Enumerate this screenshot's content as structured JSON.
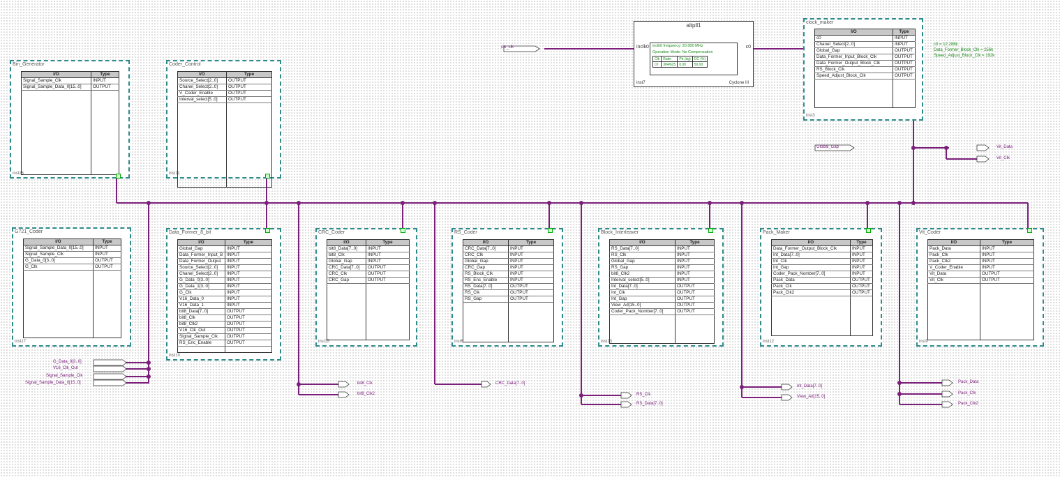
{
  "blocks": {
    "clock_maker": {
      "name": "clock_maker",
      "inst": "inst3",
      "header": [
        "I/O",
        "Type"
      ],
      "rows": [
        [
          "c0",
          "INPUT"
        ],
        [
          "Chanel_Select[2..0]",
          "INPUT"
        ],
        [
          "Global_Gap",
          "OUTPUT"
        ],
        [
          "Data_Former_Input_Block_Clk",
          "OUTPUT"
        ],
        [
          "Data_Former_Output_Block_Clk",
          "OUTPUT"
        ],
        [
          "RS_Block_Clk",
          "OUTPUT"
        ],
        [
          "Speed_Adjust_Block_Clk",
          "OUTPUT"
        ]
      ]
    },
    "bin_generator": {
      "name": "Bin_Generator",
      "inst": "inst15",
      "header": [
        "I/O",
        "Type"
      ],
      "rows": [
        [
          "Signal_Sample_Clk",
          "INPUT"
        ],
        [
          "Signal_Sample_Data_0[15..0]",
          "OUTPUT"
        ]
      ]
    },
    "coder_control": {
      "name": "Coder_Control",
      "inst": "inst11",
      "header": [
        "I/O",
        "Type"
      ],
      "rows": [
        [
          "Source_Select[2..0]",
          "OUTPUT"
        ],
        [
          "Chanel_Select[2..0]",
          "OUTPUT"
        ],
        [
          "V_Coder_Enable",
          "OUTPUT"
        ],
        [
          "Interval_select[5..0]",
          "OUTPUT"
        ]
      ]
    },
    "g721_coder": {
      "name": "G721_Coder",
      "inst": "inst17",
      "header": [
        "I/O",
        "Type"
      ],
      "rows": [
        [
          "Signal_Sample_Data_0[15..0]",
          "INPUT"
        ],
        [
          "Signal_Sample_Clk",
          "INPUT"
        ],
        [
          "G_Data_0[3..0]",
          "OUTPUT"
        ],
        [
          "G_Clk",
          "OUTPUT"
        ]
      ]
    },
    "data_former": {
      "name": "Data_Former_8_bit",
      "inst": "inst10",
      "header": [
        "I/O",
        "Type"
      ],
      "rows": [
        [
          "Global_Gap",
          "INPUT"
        ],
        [
          "Data_Former_Input_B",
          "INPUT"
        ],
        [
          "Data_Former_Output",
          "INPUT"
        ],
        [
          "Source_Select[2..0]",
          "INPUT"
        ],
        [
          "Chanel_Select[2..0]",
          "INPUT"
        ],
        [
          "G_Data_0[3..0]",
          "INPUT"
        ],
        [
          "G_Data_1[3..0]",
          "INPUT"
        ],
        [
          "G_Clk",
          "INPUT"
        ],
        [
          "V16_Data_0",
          "INPUT"
        ],
        [
          "V16_Data_1",
          "INPUT"
        ],
        [
          "bit8_Data[7..0]",
          "OUTPUT"
        ],
        [
          "bit8_Clk",
          "OUTPUT"
        ],
        [
          "bit8_Clk2",
          "OUTPUT"
        ],
        [
          "V16_Clk_Out",
          "OUTPUT"
        ],
        [
          "Signal_Sample_Clk",
          "OUTPUT"
        ],
        [
          "RS_Enc_Enable",
          "OUTPUT"
        ]
      ]
    },
    "crc_coder": {
      "name": "CRC_Coder",
      "inst": "inst15",
      "header": [
        "I/O",
        "Type"
      ],
      "rows": [
        [
          "bit8_Data[7..0]",
          "INPUT"
        ],
        [
          "bit8_Clk",
          "INPUT"
        ],
        [
          "Global_Gap",
          "INPUT"
        ],
        [
          "CRC_Data[7..0]",
          "OUTPUT"
        ],
        [
          "CRC_Clk",
          "OUTPUT"
        ],
        [
          "CRC_Gap",
          "OUTPUT"
        ]
      ]
    },
    "rs_coder": {
      "name": "RS_Coder",
      "inst": "inst6",
      "header": [
        "I/O",
        "Type"
      ],
      "rows": [
        [
          "CRC_Data[7..0]",
          "INPUT"
        ],
        [
          "CRC_Clk",
          "INPUT"
        ],
        [
          "Global_Gap",
          "INPUT"
        ],
        [
          "CRC_Gap",
          "INPUT"
        ],
        [
          "RS_Block_Clk",
          "INPUT"
        ],
        [
          "RS_Enc_Enable",
          "INPUT"
        ],
        [
          "RS_Data[7..0]",
          "OUTPUT"
        ],
        [
          "RS_Clk",
          "OUTPUT"
        ],
        [
          "RS_Gap",
          "OUTPUT"
        ]
      ]
    },
    "block_interleaver": {
      "name": "Block_Interleaver",
      "inst": "inst13",
      "header": [
        "I/O",
        "Type"
      ],
      "rows": [
        [
          "RS_Data[7..0]",
          "INPUT"
        ],
        [
          "RS_Clk",
          "INPUT"
        ],
        [
          "Global_Gap",
          "INPUT"
        ],
        [
          "RS_Gap",
          "INPUT"
        ],
        [
          "bit8_Clk2",
          "INPUT"
        ],
        [
          "Interval_select[5..0]",
          "INPUT"
        ],
        [
          "Int_Data[7..0]",
          "OUTPUT"
        ],
        [
          "Int_Clk",
          "OUTPUT"
        ],
        [
          "Int_Gap",
          "OUTPUT"
        ],
        [
          "View_Ad[15..0]",
          "OUTPUT"
        ],
        [
          "Coder_Pack_Nomber[7..0]",
          "OUTPUT"
        ]
      ]
    },
    "pack_maker": {
      "name": "Pack_Maker",
      "inst": "inst12",
      "header": [
        "I/O",
        "Type"
      ],
      "rows": [
        [
          "Data_Former_Output_Block_Clk",
          "INPUT"
        ],
        [
          "Int_Data[7..0]",
          "INPUT"
        ],
        [
          "Int_Clk",
          "INPUT"
        ],
        [
          "Int_Gap",
          "INPUT"
        ],
        [
          "Coder_Pack_Nomber[7..0]",
          "INPUT"
        ],
        [
          "Pack_Data",
          "OUTPUT"
        ],
        [
          "Pack_Clk",
          "OUTPUT"
        ],
        [
          "Pack_Clk2",
          "OUTPUT"
        ]
      ]
    },
    "vit_coder": {
      "name": "Vit_Coder",
      "inst": "inst9",
      "header": [
        "I/O",
        "Type"
      ],
      "rows": [
        [
          "Pack_Data",
          "INPUT"
        ],
        [
          "Pack_Clk",
          "INPUT"
        ],
        [
          "Pack_Clk2",
          "INPUT"
        ],
        [
          "V_Coder_Enable",
          "INPUT"
        ],
        [
          "Vit_Data",
          "OUTPUT"
        ],
        [
          "Vit_Clk",
          "OUTPUT"
        ]
      ]
    }
  },
  "pll": {
    "title": "altpll1",
    "in_port": "inclk0",
    "out_port": "c0",
    "line1": "inclk0 frequency: 20.000 MHz",
    "line2": "Operation Mode: No Compensation",
    "table_header": [
      "Clk",
      "Ratio",
      "Ph (dg)",
      "DC (%)"
    ],
    "table_row": [
      "c0",
      "384/625",
      "0.00",
      "50.00"
    ],
    "inst": "inst7",
    "family": "Cyclone III"
  },
  "notes": {
    "c0": "c0 = 12.288k",
    "former": "Data_Former_Block_Clk = 256k",
    "speed": "Speed_Adjust_Block_Clk = 192k"
  },
  "pins": {
    "clk_in": "clk_clk",
    "global_gap": "Global_Gap",
    "vit_data": "Vit_Data",
    "vit_clk": "Vit_Clk",
    "g_data": "G_Data_0[3..0]",
    "v16_clk_out": "V16_Clk_Out",
    "sig_clk": "Signal_Sample_Clk",
    "sig_data": "Signal_Sample_Data_0[15..0]",
    "bit8_clk": "bit8_Clk",
    "bit8_clk2": "bit8_Clk2",
    "crc_data": "CRC_Data[7..0]",
    "rs_clk": "RS_Clk",
    "rs_data": "RS_Data[7..0]",
    "int_data": "Int_Data[7..0]",
    "view_ad": "View_Ad[15..0]",
    "pack_data": "Pack_Data",
    "pack_clk": "Pack_Clk",
    "pack_clk2": "Pack_Clk2"
  },
  "colors": {
    "bus": "#7b1f7b",
    "border": "#2e8b8b",
    "note": "#1a8a1a"
  }
}
